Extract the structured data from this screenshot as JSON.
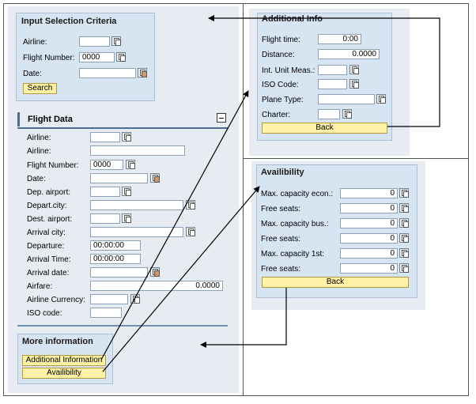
{
  "input_selection": {
    "title": "Input Selection Criteria",
    "airline_label": "Airline:",
    "flight_number_label": "Flight Number:",
    "flight_number_value": "0000",
    "date_label": "Date:",
    "search_button": "Search"
  },
  "flight_data": {
    "title": "Flight Data",
    "fields": {
      "airline_code": "Airline:",
      "airline_name": "Airline:",
      "flight_number": "Flight Number:",
      "flight_number_value": "0000",
      "date": "Date:",
      "dep_airport": "Dep. airport:",
      "depart_city": "Depart.city:",
      "dest_airport": "Dest. airport:",
      "arrival_city": "Arrival city:",
      "departure": "Departure:",
      "departure_value": "00:00:00",
      "arrival_time": "Arrival Time:",
      "arrival_time_value": "00:00:00",
      "arrival_date": "Arrival date:",
      "airfare": "Airfare:",
      "airfare_value": "0.0000",
      "airline_currency": "Airline Currency:",
      "iso_code": "ISO code:"
    }
  },
  "more_information": {
    "title": "More information",
    "additional_button": "Additional Information",
    "availibility_button": "Availibility"
  },
  "additional_info": {
    "title": "Additional Info",
    "flight_time_label": "Flight time:",
    "flight_time_value": "0:00",
    "distance_label": "Distance:",
    "distance_value": "0.0000",
    "unit_label": "Int. Unit Meas.:",
    "iso_label": "ISO Code:",
    "plane_label": "Plane Type:",
    "charter_label": "Charter:",
    "back_button": "Back"
  },
  "availibility": {
    "title": "Availibility",
    "rows": [
      {
        "label": "Max. capacity econ.:",
        "value": "0"
      },
      {
        "label": "Free seats:",
        "value": "0"
      },
      {
        "label": "Max. capacity bus.:",
        "value": "0"
      },
      {
        "label": "Free seats:",
        "value": "0"
      },
      {
        "label": "Max. capacity 1st:",
        "value": "0"
      },
      {
        "label": "Free seats:",
        "value": "0"
      }
    ],
    "back_button": "Back"
  },
  "colors": {
    "panel_bg": "#e6ecf2",
    "box_bg": "#d7e4f2",
    "button_bg": "#fff1a6",
    "accent": "#4d6d94"
  }
}
